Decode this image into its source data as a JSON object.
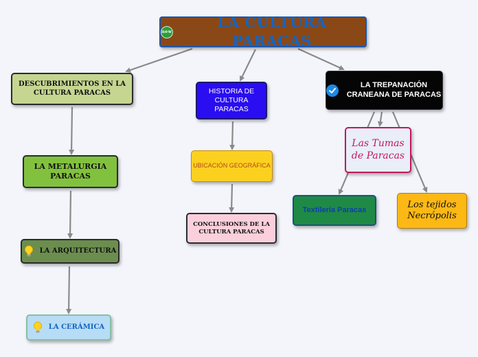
{
  "title": "LA CULTURA PARACAS",
  "colors": {
    "root_fill": "#8a4817",
    "root_text": "#1565c0",
    "connector": "#8a8a8a"
  },
  "nodes": {
    "descubrimientos": "DESCUBRIMIENTOS EN LA CULTURA PARACAS",
    "historia": "HISTORIA DE CULTURA PARACAS",
    "trepanacion": "LA TREPANACIÓN CRANEANA DE PARACAS",
    "tumas": "Las Tumas de Paracas",
    "metalurgia": "LA METALURGIA PARACAS",
    "ubicacion": "UBICACIÓN GEOGRÁFICA",
    "textileria": "Textilería Paracas",
    "tejidos": "Los tejidos Necrópolis",
    "conclusiones": "CONCLUSIONES DE LA CULTURA PARACAS",
    "arquitectura": "LA ARQUITECTURA",
    "ceramica": "LA CERÁMICA"
  },
  "icons": {
    "root": "new-badge-icon",
    "trepanacion": "check-circle-icon",
    "arquitectura": "lightbulb-icon",
    "ceramica": "lightbulb-icon"
  }
}
